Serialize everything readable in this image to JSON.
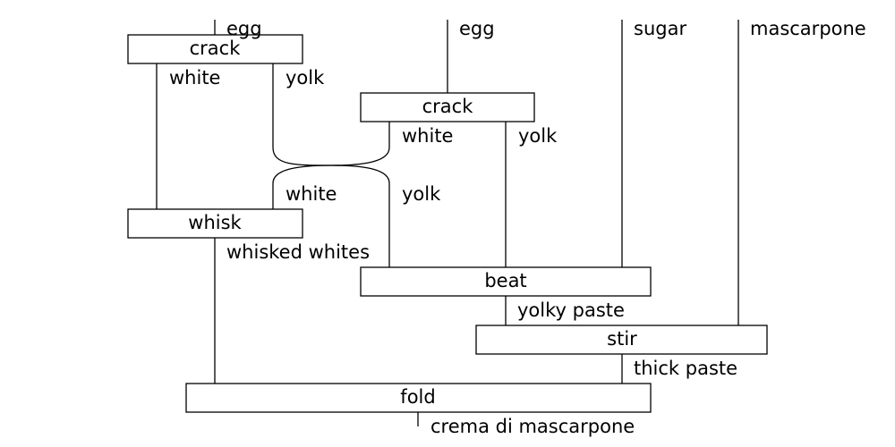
{
  "inputs": {
    "egg_1": "egg",
    "egg_2": "egg",
    "sugar": "sugar",
    "mascarpone": "mascarpone"
  },
  "boxes": {
    "crack_1": "crack",
    "crack_2": "crack",
    "whisk": "whisk",
    "beat": "beat",
    "stir": "stir",
    "fold": "fold"
  },
  "wires": {
    "crack_1_white": "white",
    "crack_1_yolk": "yolk",
    "crack_2_white": "white",
    "crack_2_yolk": "yolk",
    "swap_white": "white",
    "swap_yolk": "yolk",
    "whisked_whites": "whisked whites",
    "yolky_paste": "yolky paste",
    "thick_paste": "thick paste"
  },
  "output": {
    "result": "crema di mascarpone"
  }
}
